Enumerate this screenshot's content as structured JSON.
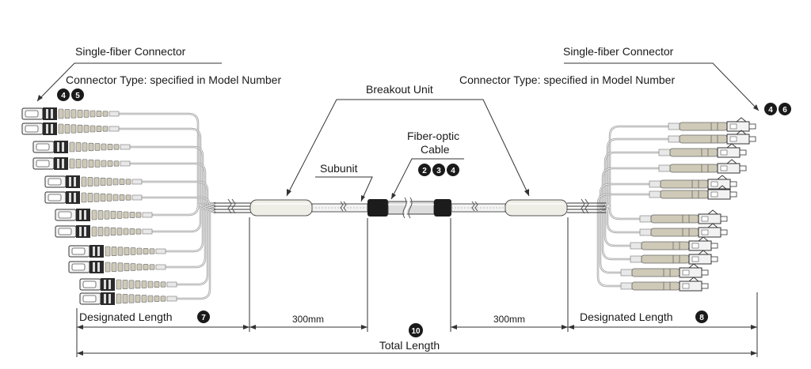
{
  "labels": {
    "left_connector_title": "Single-fiber Connector",
    "left_connector_type": "Connector Type: specified in Model Number",
    "right_connector_title": "Single-fiber Connector",
    "right_connector_type": "Connector Type: specified in Model Number",
    "breakout_unit": "Breakout Unit",
    "fiber_optic_line1": "Fiber-optic",
    "fiber_optic_line2": "Cable",
    "subunit": "Subunit"
  },
  "dimensions": {
    "left_designated_length": "Designated Length",
    "right_designated_length": "Designated Length",
    "left_breakout_length": "300mm",
    "right_breakout_length": "300mm",
    "total_length": "Total Length"
  },
  "markers": {
    "left_connector": [
      "4",
      "5"
    ],
    "right_connector": [
      "4",
      "6"
    ],
    "cable": [
      "2",
      "3",
      "4"
    ],
    "left_designated": "7",
    "right_designated": "8",
    "total": "10"
  },
  "colors": {
    "sheath": "#efeee6",
    "boot": "#cfcab8",
    "marker": "#1a1a1a",
    "line": "#333333"
  }
}
